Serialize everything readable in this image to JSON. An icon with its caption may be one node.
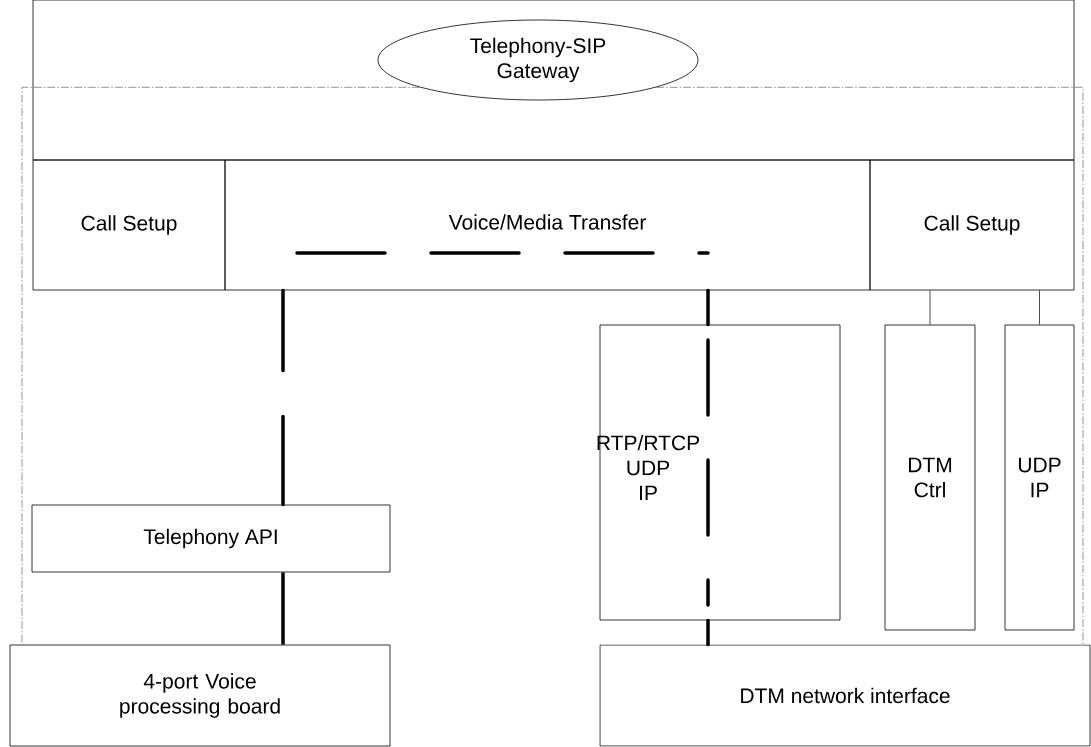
{
  "diagram": {
    "nodes": [
      {
        "text": [],
        "shape": "box"
      },
      {
        "text": [
          "Telephony-SIP Gateway"
        ],
        "in": 0
      },
      {
        "text": [
          "Call Setup"
        ]
      },
      {
        "text": [
          "Voice/Media Transfer"
        ]
      },
      {
        "text": [
          "Call Setup"
        ]
      },
      {
        "text": [
          "RTP/RTCP UDP IP"
        ]
      },
      {
        "text": [
          "DTM Ctrl"
        ]
      },
      {
        "text": [
          "UDP IP"
        ]
      },
      {
        "text": [
          "Telephony API"
        ]
      },
      {
        "text": [
          "4-port Voice processing board"
        ]
      },
      {
        "text": [
          "DTM network interface"
        ]
      }
    ],
    "edges": [
      {
        "from": 8,
        "to": 3,
        "arrow": "none",
        "style": "dashed"
      },
      {
        "from": 3,
        "to": 5,
        "arrow": "none",
        "style": "dashed"
      },
      {
        "from": 5,
        "to": 10,
        "arrow": "none",
        "style": "dashed"
      },
      {
        "from": 9,
        "to": 8,
        "arrow": "none",
        "style": "thick"
      },
      {
        "from": 4,
        "to": 6,
        "arrow": "none"
      },
      {
        "from": 4,
        "to": 7,
        "arrow": "none"
      },
      {
        "from": 1,
        "to": 9,
        "arrow": "none",
        "style": "dashed",
        "color": "#666666"
      },
      {
        "from": 1,
        "to": 10,
        "arrow": "none",
        "style": "dashed",
        "color": "#666666"
      }
    ]
  }
}
